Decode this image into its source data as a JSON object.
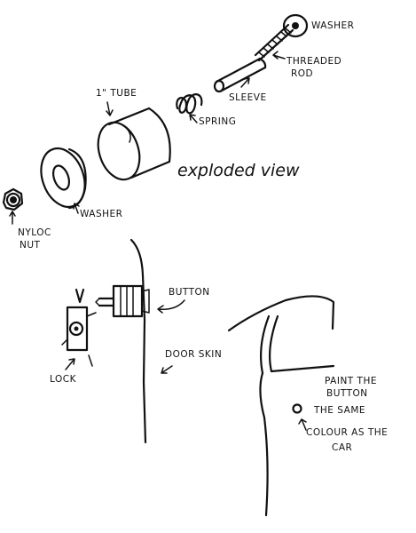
{
  "exploded": {
    "washer_top": "WASHER",
    "threaded_rod_1": "THREADED",
    "threaded_rod_2": "ROD",
    "sleeve": "SLEEVE",
    "spring": "SPRING",
    "tube": "1\" TUBE",
    "washer": "WASHER",
    "nyloc_1": "NYLOC",
    "nyloc_2": "NUT",
    "title": "exploded view"
  },
  "assembly": {
    "button": "BUTTON",
    "door_skin": "DOOR SKIN",
    "lock": "LOCK"
  },
  "car_note": {
    "line1": "PAINT THE",
    "line2": "BUTTON",
    "line3": "THE SAME",
    "line4": "COLOUR AS THE",
    "line5": "CAR"
  }
}
